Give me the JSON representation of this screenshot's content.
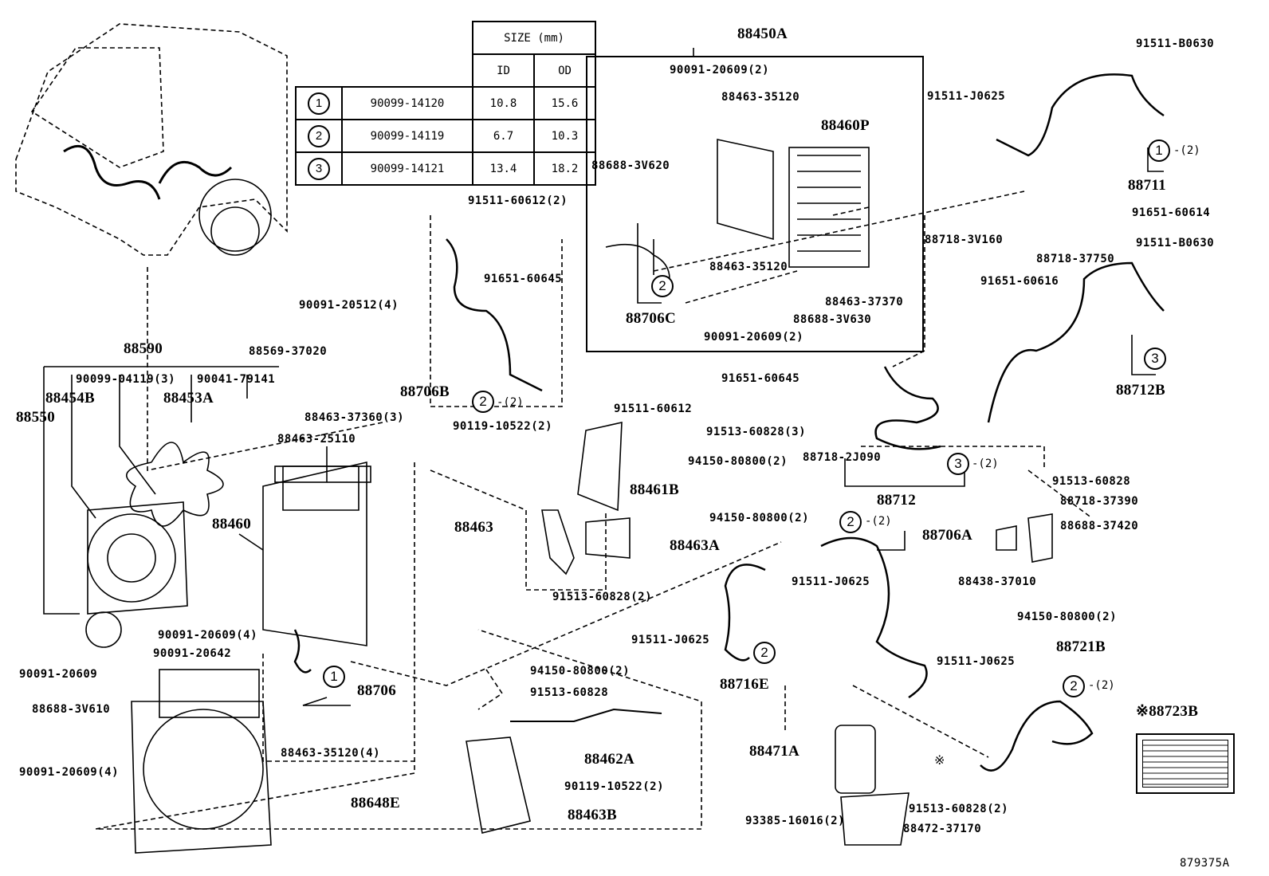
{
  "size_table": {
    "header": "SIZE (mm)",
    "col_id": "ID",
    "col_od": "OD",
    "rows": [
      {
        "mark": "1",
        "part": "90099-14120",
        "id": "10.8",
        "od": "15.6"
      },
      {
        "mark": "2",
        "part": "90099-14119",
        "id": "6.7",
        "od": "10.3"
      },
      {
        "mark": "3",
        "part": "90099-14121",
        "id": "13.4",
        "od": "18.2"
      }
    ]
  },
  "assembly_labels": {
    "a88450A": "88450A",
    "a88460P": "88460P",
    "a88706C": "88706C",
    "a88590": "88590",
    "a88454B": "88454B",
    "a88453A": "88453A",
    "a88550": "88550",
    "a88460": "88460",
    "a88706B": "88706B",
    "a88706": "88706",
    "a88461B": "88461B",
    "a88463": "88463",
    "a88463A": "88463A",
    "a88462A": "88462A",
    "a88463B": "88463B",
    "a88648E": "88648E",
    "a88471A": "88471A",
    "a88716E": "88716E",
    "a88706A": "88706A",
    "a88712": "88712",
    "a88712B": "88712B",
    "a88711": "88711",
    "a88721B": "88721B",
    "a88723B": "※88723B",
    "drawing_no": "879375A"
  },
  "part_labels": {
    "p1": "90091-20609(2)",
    "p2": "88463-35120",
    "p3": "88688-3V620",
    "p4": "88463-35120",
    "p5": "88463-37370",
    "p6": "88688-3V630",
    "p7": "90091-20609(2)",
    "p8": "91511-60612(2)",
    "p9": "91651-60645",
    "p10": "90091-20512(4)",
    "p11": "88569-37020",
    "p12": "90099-04119(3)",
    "p13": "90041-79141",
    "p14": "88463-37360(3)",
    "p15": "88463-25110",
    "p16": "91511-60612",
    "p17": "90119-10522(2)",
    "p18": "91513-60828(3)",
    "p19": "94150-80800(2)",
    "p20": "94150-80800(2)",
    "p21": "91513-60828(2)",
    "p22": "90091-20609(4)",
    "p23": "90091-20642",
    "p24": "90091-20609",
    "p25": "88688-3V610",
    "p26": "88463-35120(4)",
    "p27": "90091-20609(4)",
    "p28": "94150-80800(2)",
    "p29": "91513-60828",
    "p30": "90119-10522(2)",
    "p31": "91651-60645",
    "p32": "88718-2J090",
    "p33": "91511-J0625",
    "p34": "91511-J0625",
    "p35": "93385-16016(2)",
    "p36": "91513-60828(2)",
    "p37": "88472-37170",
    "p38": "91511-J0625",
    "p39": "91511-B0630",
    "p40": "91511-J0625",
    "p41": "91651-60614",
    "p42": "88718-37750",
    "p43": "88718-3V160",
    "p44": "91651-60616",
    "p45": "91511-B0630",
    "p46": "91513-60828",
    "p47": "88718-37390",
    "p48": "88688-37420",
    "p49": "88438-37010",
    "p50": "94150-80800(2)"
  },
  "clamp_marks": {
    "c1": "2",
    "c2": "2",
    "c3": "1",
    "c4": "2",
    "c5": "3",
    "c6": "2",
    "c7": "1",
    "c8": "3",
    "c9": "2"
  },
  "qty_marks": {
    "q1": "-(2)",
    "q2": "-(2)",
    "q3": "-(2)",
    "q4": "-(2)",
    "q5": "-(2)"
  },
  "note_mark": "※"
}
